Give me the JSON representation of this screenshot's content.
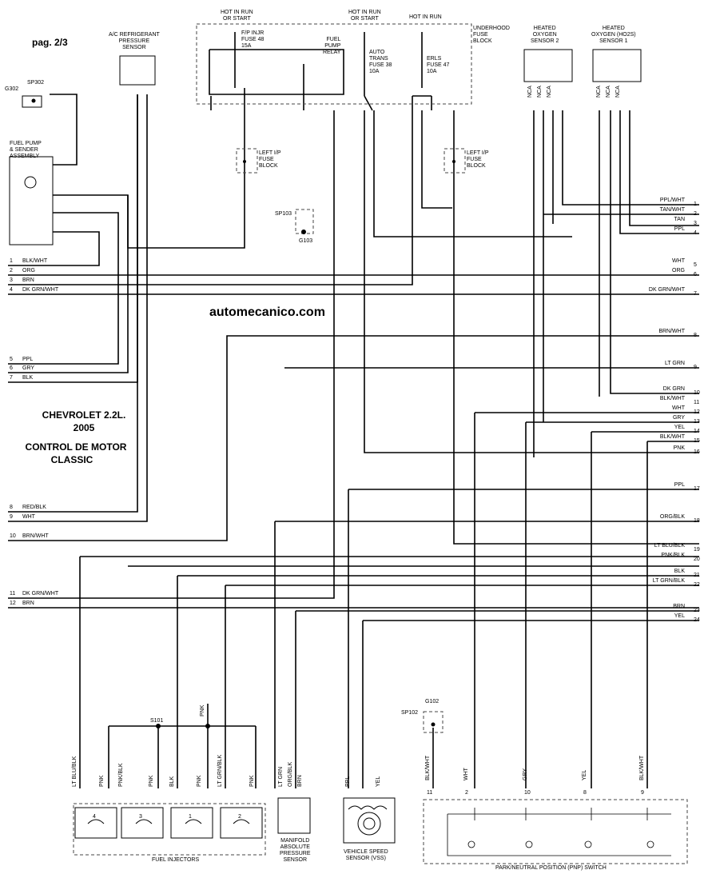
{
  "page_label": "pag. 2/3",
  "watermark": "automecanico.com",
  "title": {
    "line1": "CHEVROLET 2.2L.",
    "line2": "2005",
    "line3": "CONTROL DE MOTOR",
    "line4": "CLASSIC"
  },
  "top": {
    "hot_run_start_1": "HOT IN RUN\nOR START",
    "hot_run_start_2": "HOT IN RUN\nOR START",
    "hot_run": "HOT IN RUN",
    "underhood": "UNDERHOOD\nFUSE\nBLOCK",
    "fp_injr": "F/P INJR\nFUSE 48\n15A",
    "fuel_pump_relay": "FUEL\nPUMP\nRELAY",
    "auto_trans": "AUTO\nTRANS\nFUSE 38\n10A",
    "erls": "ERLS\nFUSE 47\n10A",
    "left_ip_1": "LEFT I/P\nFUSE\nBLOCK",
    "left_ip_2": "LEFT I/P\nFUSE\nBLOCK",
    "ac_sensor": "A/C REFRIGERANT\nPRESSURE\nSENSOR",
    "ho2s2": "HEATED\nOXYGEN\nSENSOR 2",
    "ho2s1": "HEATED\nOXYGEN (HO2S)\nSENSOR 1",
    "g302": "G302",
    "sp302": "SP302",
    "fuel_pump_asm": "FUEL PUMP\n& SENDER\nASSEMBLY",
    "sp103": "SP103",
    "g103": "G103",
    "nca": "NCA"
  },
  "left_wires": [
    {
      "num": "1",
      "label": "BLK/WHT"
    },
    {
      "num": "2",
      "label": "ORG"
    },
    {
      "num": "3",
      "label": "BRN"
    },
    {
      "num": "4",
      "label": "DK GRN/WHT"
    },
    {
      "num": "5",
      "label": "PPL"
    },
    {
      "num": "6",
      "label": "GRY"
    },
    {
      "num": "7",
      "label": "BLK"
    },
    {
      "num": "8",
      "label": "RED/BLK"
    },
    {
      "num": "9",
      "label": "WHT"
    },
    {
      "num": "10",
      "label": "BRN/WHT"
    },
    {
      "num": "11",
      "label": "DK GRN/WHT"
    },
    {
      "num": "12",
      "label": "BRN"
    }
  ],
  "right_wires": [
    {
      "num": "1",
      "label": "PPL/WHT"
    },
    {
      "num": "2",
      "label": "TAN/WHT"
    },
    {
      "num": "3",
      "label": "TAN"
    },
    {
      "num": "4",
      "label": "PPL"
    },
    {
      "num": "5",
      "label": "WHT"
    },
    {
      "num": "6",
      "label": "ORG"
    },
    {
      "num": "7",
      "label": "DK GRN/WHT"
    },
    {
      "num": "8",
      "label": "BRN/WHT"
    },
    {
      "num": "9",
      "label": "LT GRN"
    },
    {
      "num": "10",
      "label": "DK GRN"
    },
    {
      "num": "11",
      "label": "BLK/WHT"
    },
    {
      "num": "12",
      "label": "WHT"
    },
    {
      "num": "13",
      "label": "GRY"
    },
    {
      "num": "14",
      "label": "YEL"
    },
    {
      "num": "15",
      "label": "BLK/WHT"
    },
    {
      "num": "16",
      "label": "PNK"
    },
    {
      "num": "17",
      "label": "PPL"
    },
    {
      "num": "18",
      "label": "ORG/BLK"
    },
    {
      "num": "19",
      "label": "LT BLU/BLK"
    },
    {
      "num": "20",
      "label": "PNK/BLK"
    },
    {
      "num": "21",
      "label": "BLK"
    },
    {
      "num": "22",
      "label": "LT GRN/BLK"
    },
    {
      "num": "23",
      "label": "BRN"
    },
    {
      "num": "24",
      "label": "YEL"
    }
  ],
  "bottom": {
    "fuel_injectors": "FUEL INJECTORS",
    "s101": "S101",
    "pnk": "PNK",
    "map_sensor": "MANIFOLD\nABSOLUTE\nPRESSURE\nSENSOR",
    "vss": "VEHICLE SPEED\nSENSOR (VSS)",
    "pnp": "PARK/NEUTRAL POSITION (PNP) SWITCH",
    "g102": "G102",
    "sp102": "SP102",
    "injector_wires": [
      "LT BLU/BLK",
      "PNK",
      "PNK/BLK",
      "PNK",
      "BLK",
      "PNK",
      "LT GRN/BLK",
      "PNK"
    ],
    "injector_nums": [
      "4",
      "3",
      "1",
      "2"
    ],
    "map_wires": [
      "LT GRN",
      "ORG/BLK",
      "BRN"
    ],
    "vss_wires": [
      "PPL",
      "YEL"
    ],
    "pnp_wires": [
      "BLK/WHT",
      "WHT",
      "GRY",
      "YEL",
      "BLK/WHT"
    ],
    "pnp_pins": [
      "11",
      "2",
      "10",
      "8",
      "9"
    ]
  }
}
